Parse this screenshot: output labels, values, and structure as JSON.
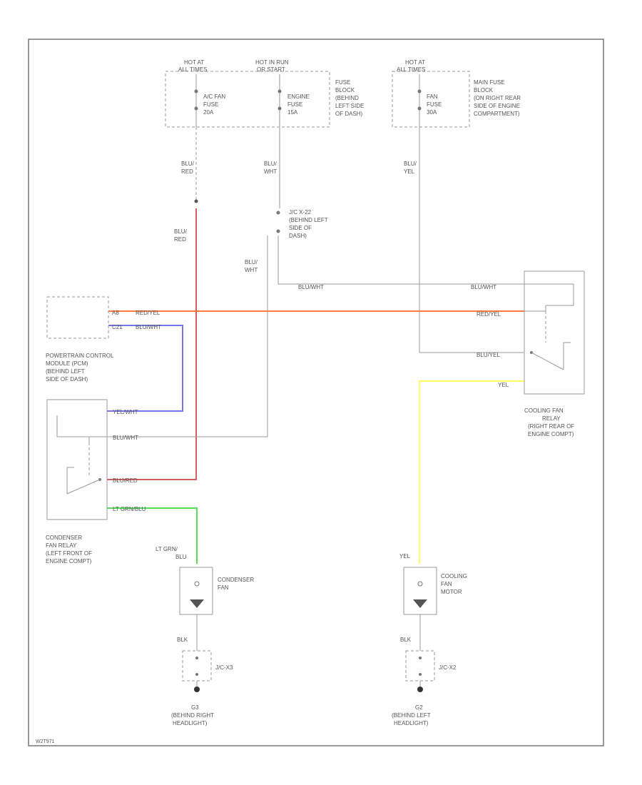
{
  "fuses": {
    "hot_left": [
      "HOT AT",
      "ALL TIMES"
    ],
    "hot_mid": [
      "HOT IN RUN",
      "OR START"
    ],
    "hot_right": [
      "HOT AT",
      "ALL TIMES"
    ],
    "ac_fan_fuse": [
      "A/C FAN",
      "FUSE",
      "20A"
    ],
    "engine_fuse": [
      "ENGINE",
      "FUSE",
      "15A"
    ],
    "fan_fuse": [
      "FAN",
      "FUSE",
      "30A"
    ],
    "fuse_block": [
      "FUSE",
      "BLOCK",
      "(BEHIND",
      "LEFT SIDE",
      "OF DASH)"
    ],
    "main_fuse_block": [
      "MAIN FUSE",
      "BLOCK",
      "(ON RIGHT REAR",
      "SIDE OF ENGINE",
      "COMPARTMENT)"
    ]
  },
  "wires": {
    "blu_red_1": [
      "BLU/",
      "RED"
    ],
    "blu_wht_1": [
      "BLU/",
      "WHT"
    ],
    "blu_yel": [
      "BLU/",
      "YEL"
    ],
    "blu_red_2": [
      "BLU/",
      "RED"
    ],
    "blu_wht_2": [
      "BLU/",
      "WHT"
    ],
    "blu_wht_h": "BLU/WHT",
    "blu_wht_r": "BLU/WHT",
    "red_yel_r": "RED/YEL",
    "blu_yel_r": "BLU/YEL",
    "yel_r": "YEL",
    "pcm_wire_1": "RED/YEL",
    "pcm_wire_2": "BLU/WHT",
    "cond_wire_1": "YEL/WHT",
    "cond_wire_2": "BLU/WHT",
    "cond_wire_3": "BLU/RED",
    "cond_wire_4": "LT GRN/BLU",
    "lt_grn_blu": [
      "LT GRN/",
      "BLU"
    ],
    "yel_motor": "YEL",
    "blk_left": "BLK",
    "blk_right": "BLK"
  },
  "pcm_pins": [
    "A8",
    "C21"
  ],
  "junction": [
    "J/C X-22",
    "(BEHIND LEFT",
    "SIDE OF",
    "DASH)"
  ],
  "pcm_label": [
    "POWERTRAIN CONTROL",
    "MODULE (PCM)",
    "(BEHIND LEFT",
    "SIDE OF DASH)"
  ],
  "cooling_relay": [
    "COOLING FAN",
    "RELAY",
    "(RIGHT REAR OF",
    "ENGINE COMPT)"
  ],
  "condenser_relay": [
    "CONDENSER",
    "FAN RELAY",
    "(LEFT FRONT OF",
    "ENGINE COMPT)"
  ],
  "condenser_fan": [
    "CONDENSER",
    "FAN"
  ],
  "cooling_motor": [
    "COOLING",
    "FAN",
    "MOTOR"
  ],
  "jc_left": "J/C-X3",
  "jc_right": "J/C-X2",
  "ground_left": [
    "G3",
    "(BEHIND RIGHT",
    "HEADLIGHT)"
  ],
  "ground_right": [
    "G2",
    "(BEHIND LEFT",
    "HEADLIGHT)"
  ],
  "figure_id": "W2T971"
}
